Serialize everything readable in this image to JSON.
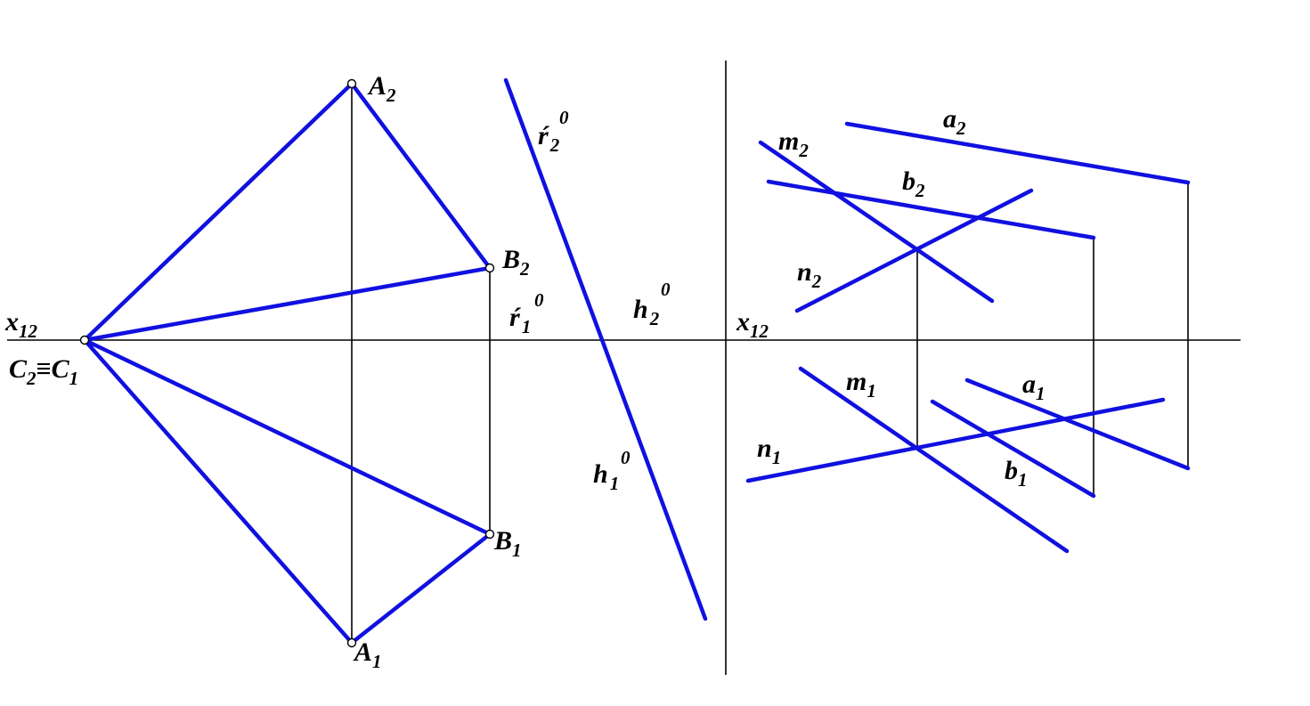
{
  "colors": {
    "line": "#1010e0",
    "construction": "#000000",
    "background": "#ffffff"
  },
  "labels": {
    "x12_left": {
      "base": "x",
      "sub": "12"
    },
    "c_left": {
      "base": "C",
      "sub": "2"
    },
    "equiv": "≡",
    "c_right": {
      "base": "C",
      "sub": "1"
    },
    "A2": {
      "base": "A",
      "sub": "2"
    },
    "B2": {
      "base": "B",
      "sub": "2"
    },
    "B1": {
      "base": "B",
      "sub": "1"
    },
    "A1": {
      "base": "A",
      "sub": "1"
    },
    "r2_0": {
      "base": "ŕ",
      "sub": "2",
      "sup": "0"
    },
    "r1_0": {
      "base": "ŕ",
      "sub": "1",
      "sup": "0"
    },
    "h2_0": {
      "base": "h",
      "sub": "2",
      "sup": "0"
    },
    "h1_0": {
      "base": "h",
      "sub": "1",
      "sup": "0"
    },
    "x12_right": {
      "base": "x",
      "sub": "12"
    },
    "a2": {
      "base": "a",
      "sub": "2"
    },
    "m2": {
      "base": "m",
      "sub": "2"
    },
    "b2": {
      "base": "b",
      "sub": "2"
    },
    "n2": {
      "base": "n",
      "sub": "2"
    },
    "m1": {
      "base": "m",
      "sub": "1"
    },
    "a1": {
      "base": "a",
      "sub": "1"
    },
    "n1": {
      "base": "n",
      "sub": "1"
    },
    "b1": {
      "base": "b",
      "sub": "1"
    }
  }
}
